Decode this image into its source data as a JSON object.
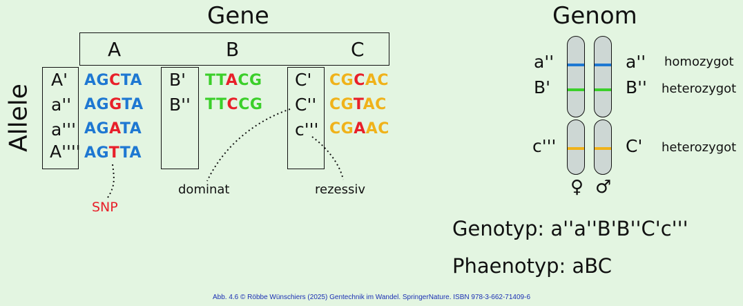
{
  "header": {
    "gene_title": "Gene",
    "genome_title": "Genom"
  },
  "side_label": "Allele",
  "genes": [
    "A",
    "B",
    "C"
  ],
  "gene_a": {
    "alleles": [
      "A'",
      "a''",
      "a'''",
      "A''''"
    ],
    "sequences": [
      {
        "pre": "AG",
        "mut": "C",
        "post": "TA"
      },
      {
        "pre": "AG",
        "mut": "G",
        "post": "TA"
      },
      {
        "pre": "AG",
        "mut": "A",
        "post": "TA"
      },
      {
        "pre": "AG",
        "mut": "T",
        "post": "TA"
      }
    ],
    "color": "#1e78d2"
  },
  "gene_b": {
    "alleles": [
      "B'",
      "B''"
    ],
    "sequences": [
      {
        "pre": "TT",
        "mut": "A",
        "post": "CG"
      },
      {
        "pre": "TT",
        "mut": "C",
        "post": "CG"
      }
    ],
    "color": "#3bcf2a"
  },
  "gene_c": {
    "alleles": [
      "C'",
      "C''",
      "c'''"
    ],
    "sequences": [
      {
        "pre": "CG",
        "mut": "C",
        "post": "AC"
      },
      {
        "pre": "CG",
        "mut": "T",
        "post": "AC"
      },
      {
        "pre": "CG",
        "mut": "A",
        "post": "AC"
      }
    ],
    "color": "#f0b21a"
  },
  "annotations": {
    "snp": "SNP",
    "dominant": "dominat",
    "recessive": "rezessiv"
  },
  "genome": {
    "rows": [
      {
        "left": "a''",
        "right": "a''",
        "status": "homozygot",
        "color": "#1e78d2"
      },
      {
        "left": "B'",
        "right": "B''",
        "status": "heterozygot",
        "color": "#3bcf2a"
      },
      {
        "left": "c'''",
        "right": "C'",
        "status": "heterozygot",
        "color": "#f0b21a"
      }
    ],
    "female_symbol": "♀",
    "male_symbol": "♂"
  },
  "genotype": "Genotyp: a''a''B'B''C'c'''",
  "phenotype": "Phaenotyp: aBC",
  "caption": "Abb. 4.6 © Röbbe Wünschiers (2025) Gentechnik im Wandel. SpringerNature. ISBN 978-3-662-71409-6"
}
